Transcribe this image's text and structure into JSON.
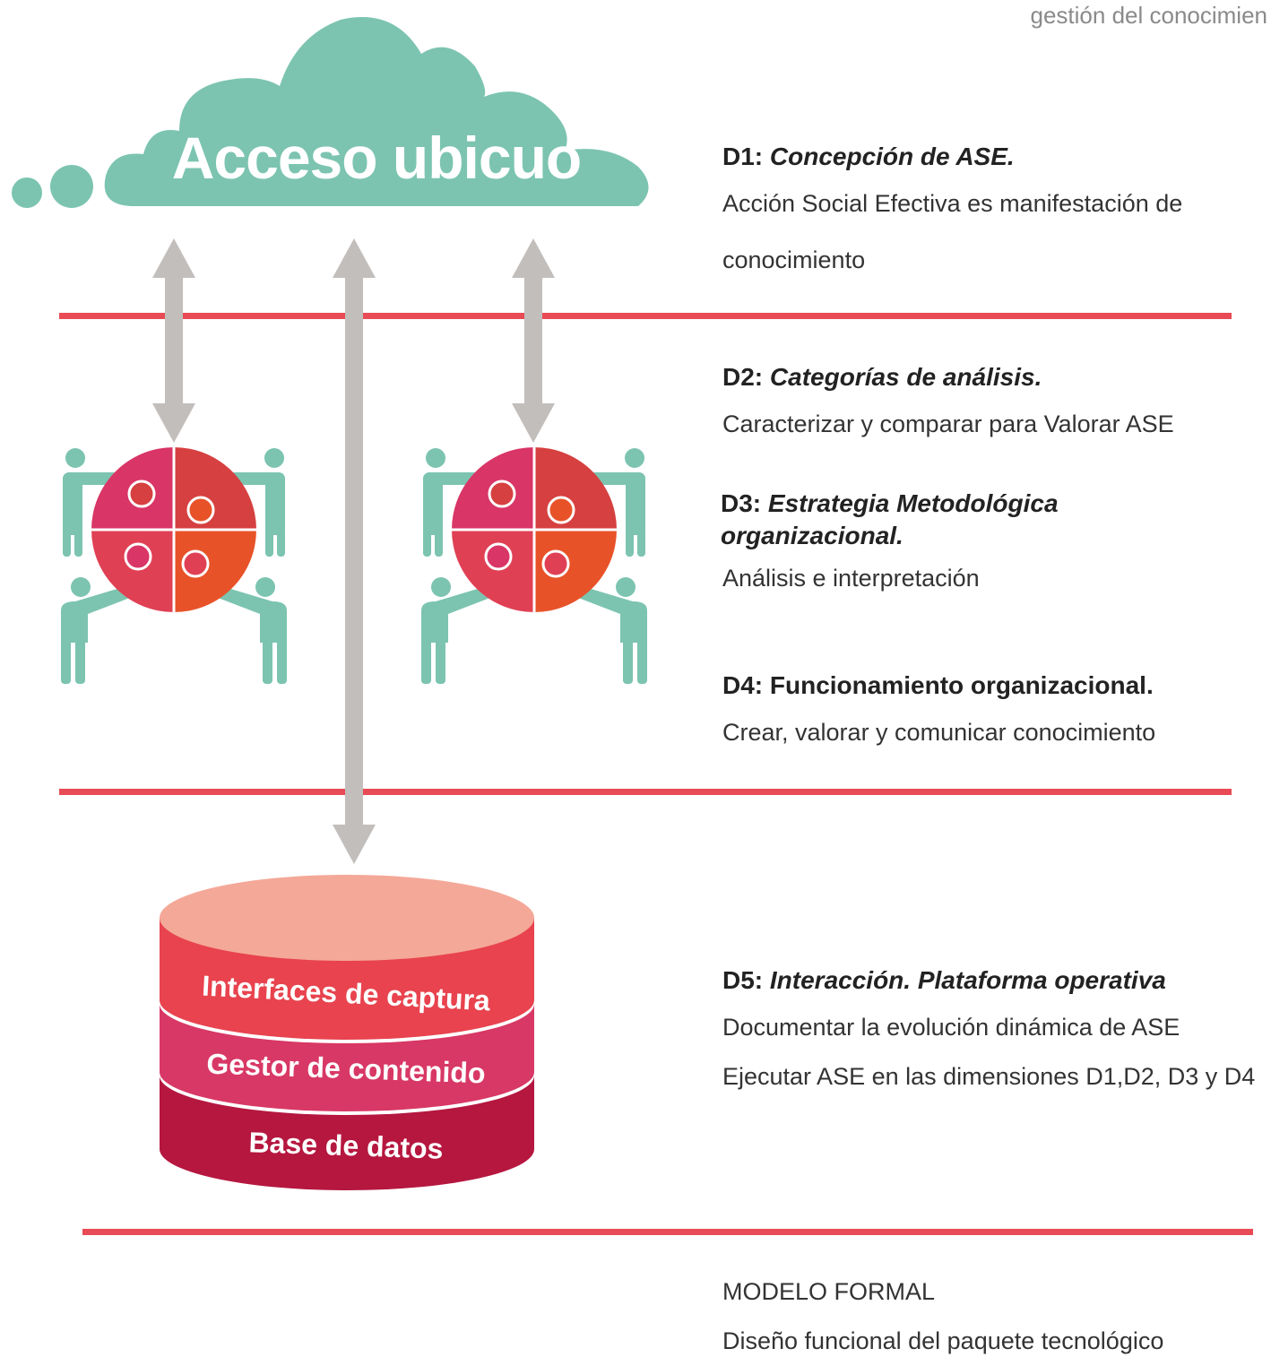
{
  "header": {
    "corner_text": "gestión del conocimien"
  },
  "cloud": {
    "label": "Acceso ubicuo"
  },
  "database": {
    "layers": [
      "Interfaces de captura",
      "Gestor de contenido",
      "Base de datos"
    ]
  },
  "dimensions": {
    "d1": {
      "code": "D1:",
      "title": "Concepción de ASE.",
      "lines": [
        "Acción Social Efectiva es manifestación de",
        "conocimiento"
      ]
    },
    "d2": {
      "code": "D2:",
      "title": "Categorías de análisis.",
      "lines": [
        "Caracterizar y comparar para Valorar ASE"
      ]
    },
    "d3": {
      "code": "D3:",
      "title_line1": "Estrategia Metodológica",
      "title_line2": "organizacional.",
      "lines": [
        "Análisis e interpretación"
      ]
    },
    "d4": {
      "title": "D4: Funcionamiento organizacional.",
      "lines": [
        "Crear, valorar y comunicar conocimiento"
      ]
    },
    "d5": {
      "code": "D5:",
      "title": "Interacción. Plataforma operativa",
      "lines": [
        "Documentar la evolución dinámica de ASE",
        "Ejecutar ASE en las dimensiones D1,D2, D3 y D4"
      ]
    },
    "model": {
      "title": "MODELO FORMAL",
      "lines": [
        "Diseño funcional del paquete tecnológico"
      ]
    }
  },
  "icons": {
    "cloud": "cloud-icon",
    "teamwork": "puzzle-team-icon",
    "database": "database-cylinder-icon",
    "arrow": "double-arrow-icon"
  },
  "colors": {
    "teal": "#7cc4b0",
    "divider": "#e84b55",
    "arrow": "#c2bebc",
    "db_top": "#f4a898",
    "db_layer1": "#e8434e",
    "db_layer2": "#d83865",
    "db_layer3": "#b5173f",
    "puzzle_pink": "#d93566",
    "puzzle_red": "#d64040",
    "puzzle_orange": "#e85228",
    "puzzle_crimson": "#e04054"
  }
}
